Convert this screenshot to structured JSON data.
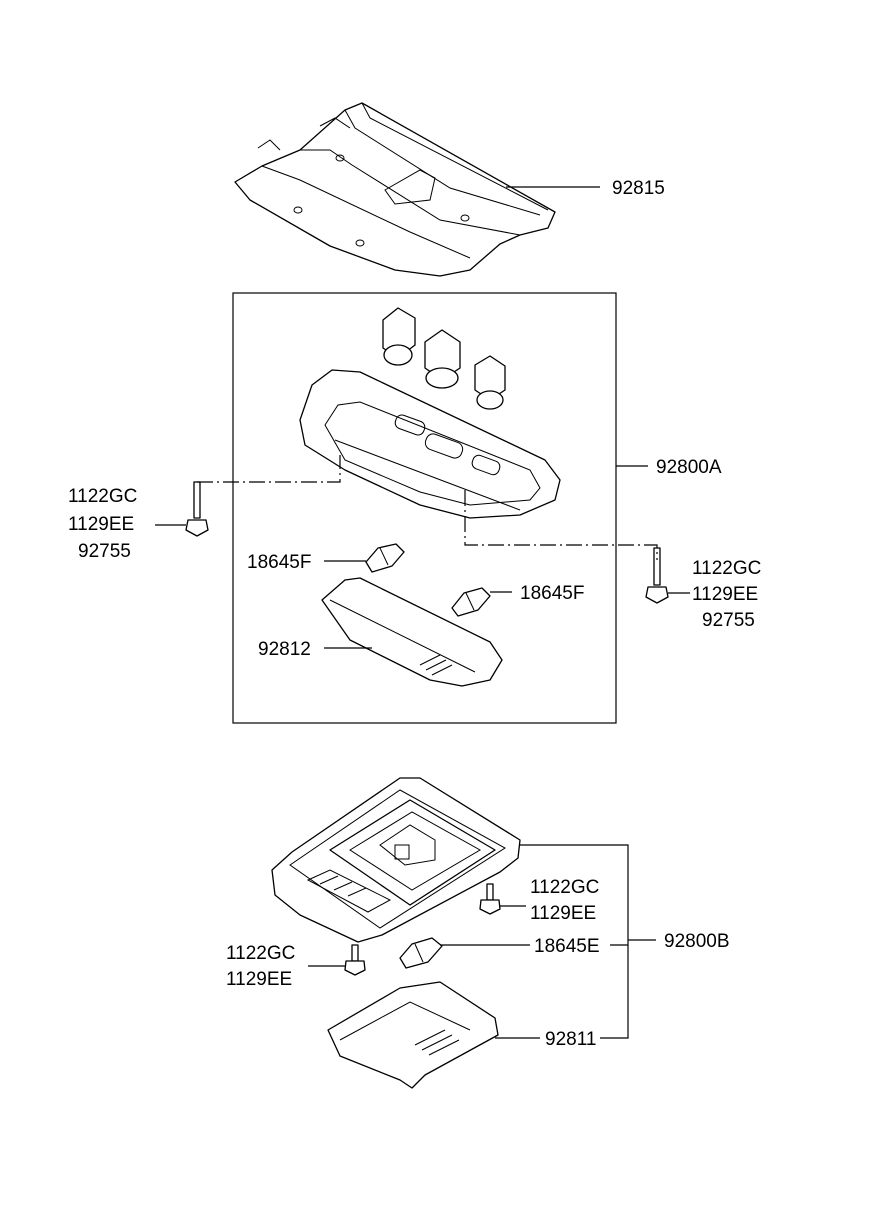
{
  "labels": {
    "p92815": "92815",
    "p92800A": "92800A",
    "left_bolt": [
      "1122GC",
      "1129EE",
      "92755"
    ],
    "right_bolt": [
      "1122GC",
      "1129EE",
      "92755"
    ],
    "bulb_a_left": "18645F",
    "bulb_a_right": "18645F",
    "p92812": "92812",
    "lower_bolt_right": [
      "1122GC",
      "1129EE"
    ],
    "lower_bolt_left": [
      "1122GC",
      "1129EE"
    ],
    "bulb_b": "18645E",
    "p92800B": "92800B",
    "p92811": "92811"
  },
  "icons": [
    "roof-panel-icon",
    "map-lamp-assembly-icon",
    "bolt-icon",
    "bulb-icon",
    "lens-icon",
    "room-lamp-assembly-icon"
  ]
}
